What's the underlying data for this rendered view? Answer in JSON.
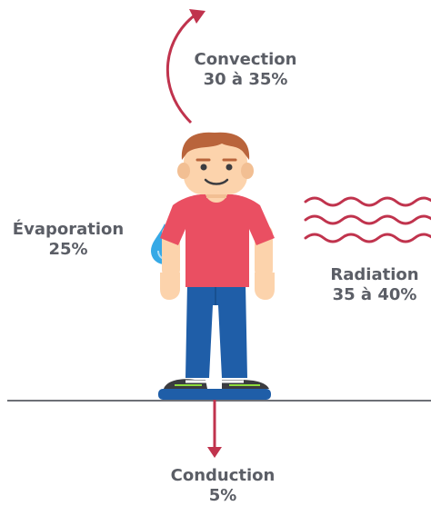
{
  "mechanisms": {
    "convection": {
      "name": "Convection",
      "value": "30 à 35%"
    },
    "evaporation": {
      "name": "Évaporation",
      "value": "25%"
    },
    "radiation": {
      "name": "Radiation",
      "value": "35 à 40%"
    },
    "conduction": {
      "name": "Conduction",
      "value": "5%"
    }
  },
  "colors": {
    "arrow": "#c0334d",
    "text": "#5b5e66",
    "shirt": "#ea4f62",
    "jeans": "#1f5ea8",
    "hair": "#b9643b",
    "skin": "#fcd3ac",
    "drop": "#36a9e6",
    "ground": "#6d6f76"
  }
}
